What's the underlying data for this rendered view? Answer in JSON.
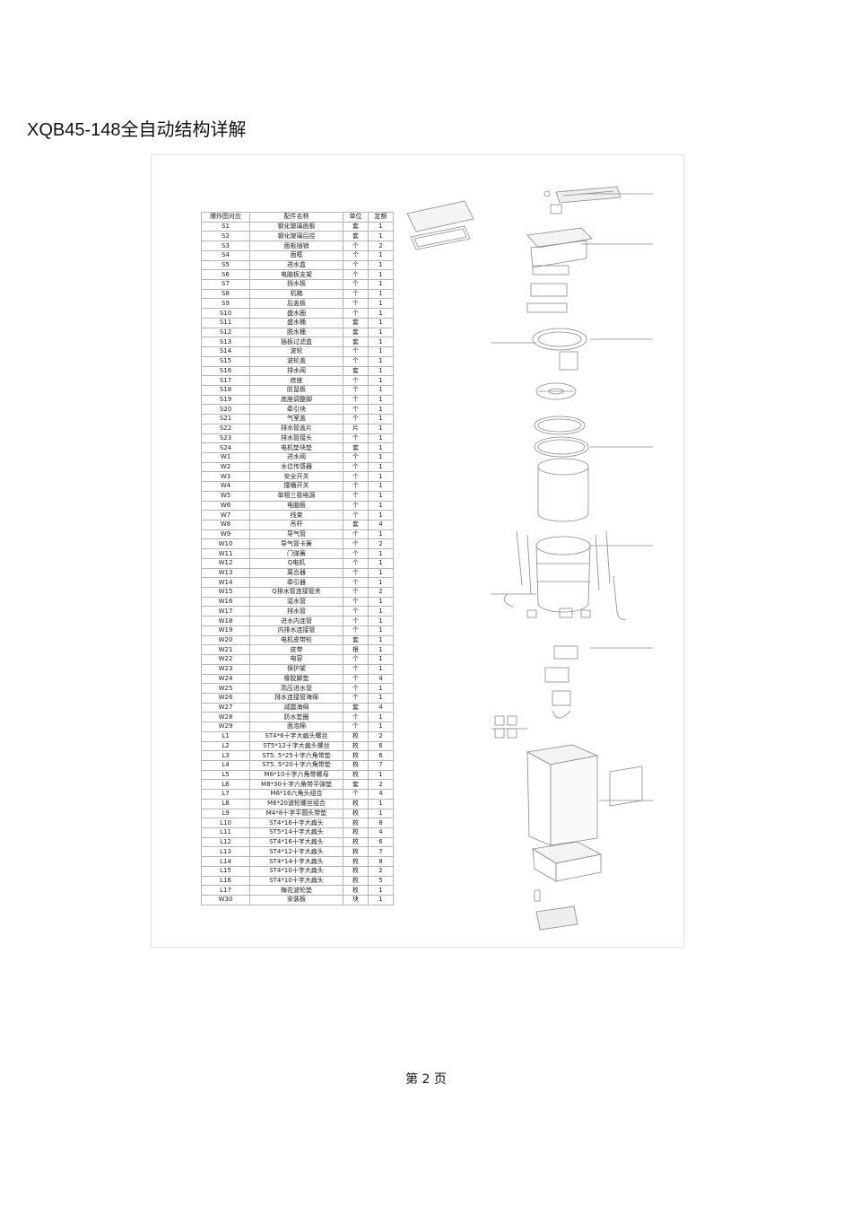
{
  "document": {
    "title": "XQB45-148全自动结构详解",
    "footer": "第 2 页"
  },
  "table": {
    "headers": [
      "爆炸图对应",
      "配件名称",
      "单位",
      "定额"
    ],
    "rows": [
      [
        "S1",
        "钢化玻璃面板",
        "套",
        "1"
      ],
      [
        "S2",
        "钢化玻璃后控",
        "套",
        "1"
      ],
      [
        "S3",
        "面板插销",
        "个",
        "2"
      ],
      [
        "S4",
        "面框",
        "个",
        "1"
      ],
      [
        "S5",
        "进水盒",
        "个",
        "1"
      ],
      [
        "S6",
        "电脑板支架",
        "个",
        "1"
      ],
      [
        "S7",
        "挡水板",
        "个",
        "1"
      ],
      [
        "S8",
        "机箱",
        "个",
        "1"
      ],
      [
        "S9",
        "后盖板",
        "个",
        "1"
      ],
      [
        "S10",
        "盛水圈",
        "个",
        "1"
      ],
      [
        "S11",
        "盛水桶",
        "套",
        "1"
      ],
      [
        "S12",
        "脱水桶",
        "套",
        "1"
      ],
      [
        "S13",
        "插板过滤盒",
        "套",
        "1"
      ],
      [
        "S14",
        "波轮",
        "个",
        "1"
      ],
      [
        "S15",
        "波轮盖",
        "个",
        "1"
      ],
      [
        "S16",
        "排水阀",
        "套",
        "1"
      ],
      [
        "S17",
        "底座",
        "个",
        "1"
      ],
      [
        "S18",
        "防鼠板",
        "个",
        "1"
      ],
      [
        "S19",
        "底座调整脚",
        "个",
        "1"
      ],
      [
        "S20",
        "牵引块",
        "个",
        "1"
      ],
      [
        "S21",
        "气室盖",
        "个",
        "1"
      ],
      [
        "S22",
        "排水管盖片",
        "片",
        "1"
      ],
      [
        "S23",
        "排水管接头",
        "个",
        "1"
      ],
      [
        "S24",
        "电机垫块垫",
        "套",
        "1"
      ],
      [
        "W1",
        "进水阀",
        "个",
        "1"
      ],
      [
        "W2",
        "水位传感器",
        "个",
        "1"
      ],
      [
        "W3",
        "安全开关",
        "个",
        "1"
      ],
      [
        "W4",
        "撞桶开关",
        "个",
        "1"
      ],
      [
        "W5",
        "单相三极电源",
        "个",
        "1"
      ],
      [
        "W6",
        "电脑板",
        "个",
        "1"
      ],
      [
        "W7",
        "线束",
        "个",
        "1"
      ],
      [
        "W8",
        "吊杆",
        "套",
        "4"
      ],
      [
        "W9",
        "导气管",
        "个",
        "1"
      ],
      [
        "W10",
        "导气管卡簧",
        "个",
        "2"
      ],
      [
        "W11",
        "门弹簧",
        "个",
        "1"
      ],
      [
        "W12",
        "Q电机",
        "个",
        "1"
      ],
      [
        "W13",
        "离合器",
        "个",
        "1"
      ],
      [
        "W14",
        "牵引器",
        "个",
        "1"
      ],
      [
        "W15",
        "Q排水管连接管夹",
        "个",
        "2"
      ],
      [
        "W16",
        "溢水管",
        "个",
        "1"
      ],
      [
        "W17",
        "排水管",
        "个",
        "1"
      ],
      [
        "W18",
        "进水内连管",
        "个",
        "1"
      ],
      [
        "W19",
        "内排水连接管",
        "个",
        "1"
      ],
      [
        "W20",
        "电机皮带轮",
        "套",
        "1"
      ],
      [
        "W21",
        "皮带",
        "根",
        "1"
      ],
      [
        "W22",
        "电容",
        "个",
        "1"
      ],
      [
        "W23",
        "保护架",
        "个",
        "1"
      ],
      [
        "W24",
        "橡胶脚垫",
        "个",
        "4"
      ],
      [
        "W25",
        "高压进水管",
        "个",
        "1"
      ],
      [
        "W26",
        "排水连接管海绵",
        "个",
        "1"
      ],
      [
        "W27",
        "减震海绵",
        "套",
        "4"
      ],
      [
        "W28",
        "防水垫圈",
        "个",
        "1"
      ],
      [
        "W29",
        "面泡棉",
        "个",
        "1"
      ],
      [
        "L1",
        "ST4*6十字大扁头螺丝",
        "枚",
        "2"
      ],
      [
        "L2",
        "ST5*12十字大扁头螺丝",
        "枚",
        "6"
      ],
      [
        "L3",
        "ST5. 5*25十字六角带垫",
        "枚",
        "6"
      ],
      [
        "L4",
        "ST5. 5*20十字六角带垫",
        "枚",
        "7"
      ],
      [
        "L5",
        "M6*10十字六角带螺母",
        "枚",
        "1"
      ],
      [
        "L6",
        "M8*30十字六角带平弹垫",
        "套",
        "2"
      ],
      [
        "L7",
        "M6*16六角头组合",
        "个",
        "4"
      ],
      [
        "L8",
        "M6*20波轮螺丝组合",
        "枚",
        "1"
      ],
      [
        "L9",
        "M4*8十字平圆头带垫",
        "枚",
        "1"
      ],
      [
        "L10",
        "ST4*16十字大扁头",
        "枚",
        "8"
      ],
      [
        "L11",
        "ST5*14十字大扁头",
        "枚",
        "4"
      ],
      [
        "L12",
        "ST4*16十字大扁头",
        "枚",
        "6"
      ],
      [
        "L13",
        "ST4*12十字大扁头",
        "枚",
        "7"
      ],
      [
        "L14",
        "ST4*14十字大扁头",
        "枚",
        "8"
      ],
      [
        "L15",
        "ST4*10十字大扁头",
        "枚",
        "2"
      ],
      [
        "L16",
        "ST4*10十字大扁头",
        "枚",
        "5"
      ],
      [
        "L17",
        "梅花波轮垫",
        "枚",
        "1"
      ],
      [
        "W30",
        "安装板",
        "块",
        "1"
      ]
    ]
  }
}
